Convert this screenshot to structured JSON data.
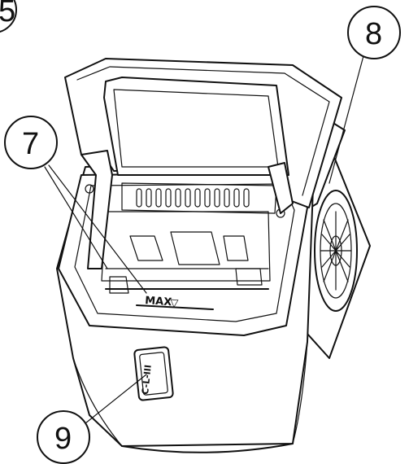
{
  "callouts": {
    "partial": "5",
    "seven": "7",
    "eight": "8",
    "nine": "9"
  },
  "fill_marker": {
    "label": "MAX",
    "symbol": "▽"
  },
  "control_panel": {
    "label": "C-L-III"
  },
  "colors": {
    "line": "#111111",
    "background": "#ffffff"
  },
  "icons": [
    "ice-maker-body",
    "lid",
    "fan-grille",
    "control-panel"
  ]
}
